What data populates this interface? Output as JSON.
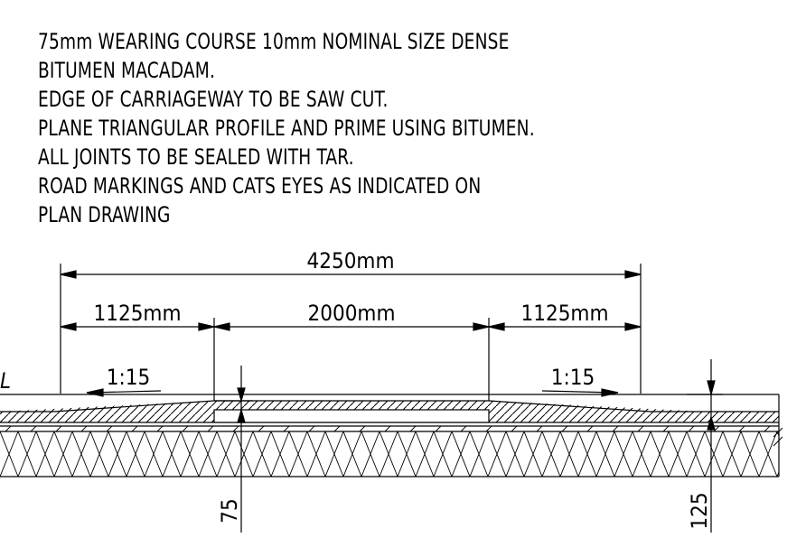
{
  "notes": [
    "75mm WEARING COURSE 10mm NOMINAL SIZE DENSE",
    "BITUMEN MACADAM.",
    "EDGE OF CARRIAGEWAY TO BE SAW CUT.",
    "PLANE TRIANGULAR PROFILE AND PRIME USING BITUMEN.",
    "ALL JOINTS TO BE SEALED WITH TAR.",
    "ROAD MARKINGS AND CATS EYES AS INDICATED ON",
    "PLAN DRAWING"
  ],
  "dimensions": {
    "overall": "4250mm",
    "left": "1125mm",
    "centre": "2000mm",
    "right": "1125mm"
  },
  "slopes": {
    "left": "1:15",
    "right": "1:15"
  },
  "depths": {
    "left": "75",
    "right": "125"
  },
  "edge_label": "L",
  "colors": {
    "line": "#000000",
    "background": "#ffffff"
  }
}
